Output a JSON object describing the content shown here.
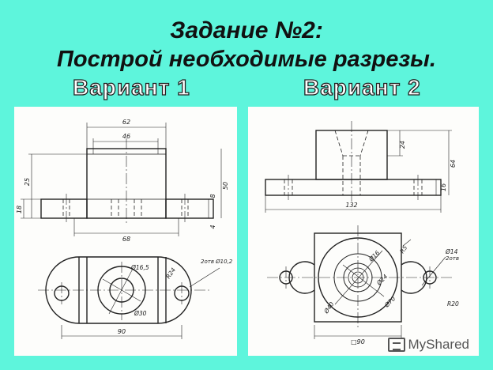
{
  "header": {
    "title_line1": "Задание №2:",
    "title_line2": "Построй необходимые разрезы."
  },
  "variants": [
    {
      "label": "Вариант 1",
      "dims": {
        "d62": "62",
        "d46": "46",
        "d25": "25",
        "d18": "18",
        "d8": "8",
        "d50": "50",
        "d4": "4",
        "d68": "68",
        "d90": "90",
        "d16_5": "Ø16,5",
        "d30": "Ø30",
        "r24": "R24",
        "holes": "2отв Ø10,2"
      }
    },
    {
      "label": "Вариант 2",
      "dims": {
        "d24": "24",
        "d64": "64",
        "d16": "16",
        "d132": "132",
        "r5": "R5",
        "d14": "Ø14",
        "holes": "2отв",
        "d16b": "Ø16",
        "d24b": "Ø24",
        "d40": "Ø40",
        "d70": "Ø70",
        "r20": "R20",
        "sq90": "□90"
      }
    }
  ],
  "watermark": {
    "text": "MyShared",
    "icon": "presentation-icon"
  }
}
